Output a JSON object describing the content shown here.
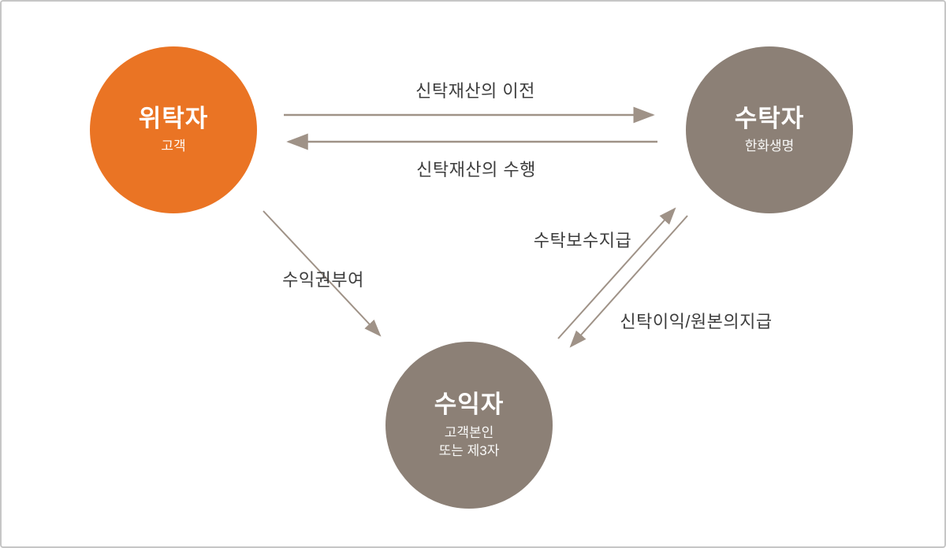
{
  "diagram": {
    "nodes": {
      "truster": {
        "title": "위탁자",
        "subtitle": "고객",
        "color": "#ea7424"
      },
      "trustee": {
        "title": "수탁자",
        "subtitle": "한화생명",
        "color": "#8c8076"
      },
      "beneficiary": {
        "title": "수익자",
        "subtitle_line1": "고객본인",
        "subtitle_line2": "또는 제3자",
        "color": "#8c8076"
      }
    },
    "edges": {
      "transfer": {
        "label": "신탁재산의 이전",
        "from": "truster",
        "to": "trustee"
      },
      "execution": {
        "label": "신탁재산의 수행",
        "from": "trustee",
        "to": "truster"
      },
      "grant": {
        "label": "수익권부여",
        "from": "truster",
        "to": "beneficiary"
      },
      "fee": {
        "label": "수탁보수지급",
        "from": "beneficiary",
        "to": "trustee"
      },
      "payment": {
        "label": "신탁이익/원본의지급",
        "from": "trustee",
        "to": "beneficiary"
      }
    },
    "colors": {
      "accent_orange": "#ea7424",
      "node_taupe": "#8c8076",
      "arrow": "#9f9287",
      "label_text": "#3d3d3d",
      "frame_border": "#c6c6c6"
    }
  }
}
